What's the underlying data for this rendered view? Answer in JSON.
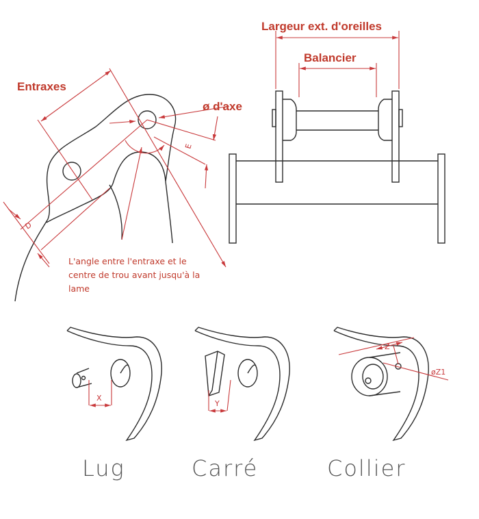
{
  "labels": {
    "entraxes": "Entraxes",
    "axis_diameter": "ø d'axe",
    "outer_ear_width": "Largeur ext. d'oreilles",
    "balancier": "Balancier",
    "dim_d": "D",
    "dim_e": "E",
    "angle_note": [
      "L'angle entre l'entraxe et le",
      "centre de trou avant jusqu'à la",
      "lame"
    ]
  },
  "variants": [
    {
      "name": "Lug",
      "dim": "X"
    },
    {
      "name": "Carré",
      "dim": "Y"
    },
    {
      "name": "Collier",
      "dim": "Z",
      "dim2": "øZ1"
    }
  ],
  "colors": {
    "dimension": "#c8383a",
    "outline": "#2a2a2a"
  }
}
